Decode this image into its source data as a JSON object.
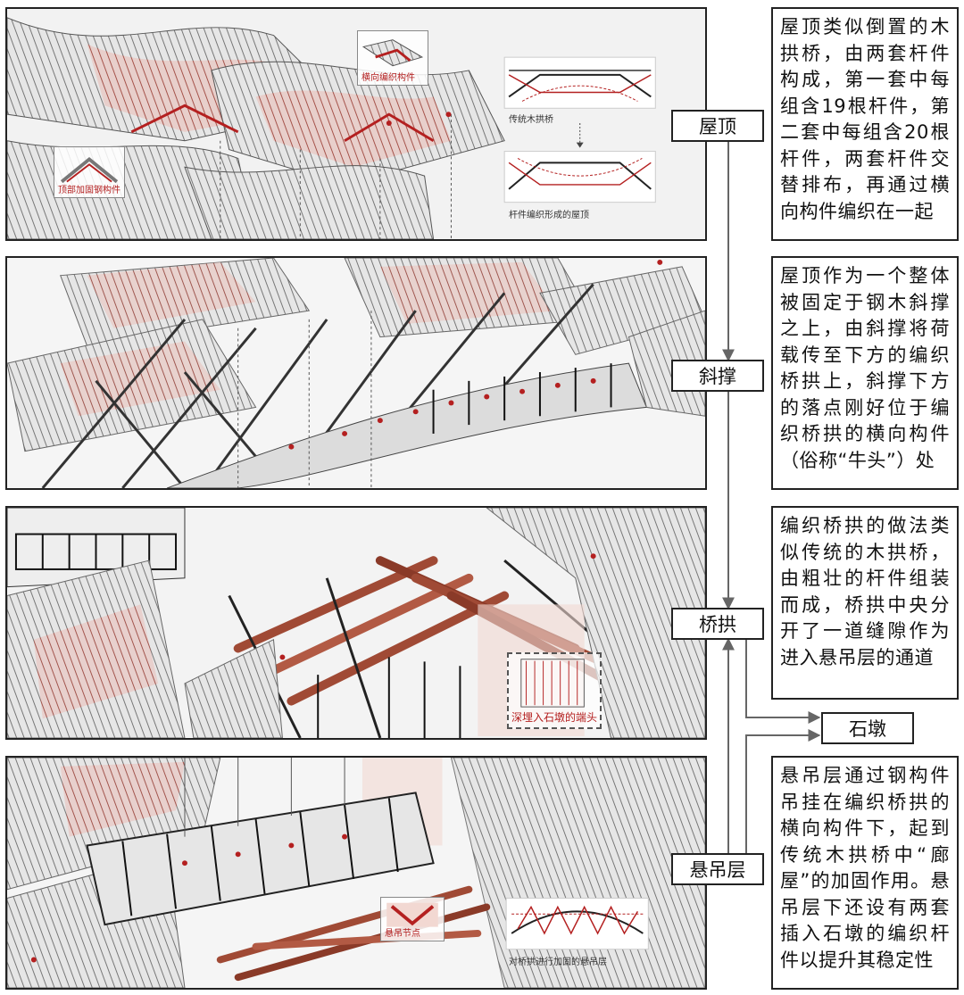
{
  "labels": {
    "roof": "屋顶",
    "brace": "斜撑",
    "arch": "桥拱",
    "pier": "石墩",
    "suspended": "悬吊层"
  },
  "descriptions": {
    "roof": "屋顶类似倒置的木拱桥，由两套杆件构成，第一套中每组含19根杆件，第二套中每组含20根杆件，两套杆件交替排布，再通过横向构件编织在一起",
    "brace": "屋顶作为一个整体被固定于钢木斜撑之上，由斜撑将荷载传至下方的编织桥拱上，斜撑下方的落点刚好位于编织桥拱的横向构件（俗称“牛头”）处",
    "arch": "编织桥拱的做法类似传统的木拱桥，由粗壮的杆件组装而成，桥拱中央分开了一道缝隙作为进入悬吊层的通道",
    "suspended": "悬吊层通过钢构件吊挂在编织桥拱的横向构件下，起到传统木拱桥中“廊屋”的加固作用。悬吊层下还设有两套插入石墩的编织杆件以提升其稳定性"
  },
  "panel_labels": {
    "roof_detail_1": "横向编织构件",
    "roof_detail_2": "顶部加固钢构件",
    "roof_diagram_1": "传统木拱桥",
    "roof_diagram_2": "杆件编织形成的屋顶",
    "arch_detail": "深埋入石墩的端头",
    "susp_detail": "悬吊节点",
    "susp_diagram": "对桥拱进行加固的悬吊层"
  },
  "colors": {
    "red": "#b42020",
    "dark_red": "#8a2a1c",
    "timber": "#a04a35",
    "line": "#222222"
  }
}
